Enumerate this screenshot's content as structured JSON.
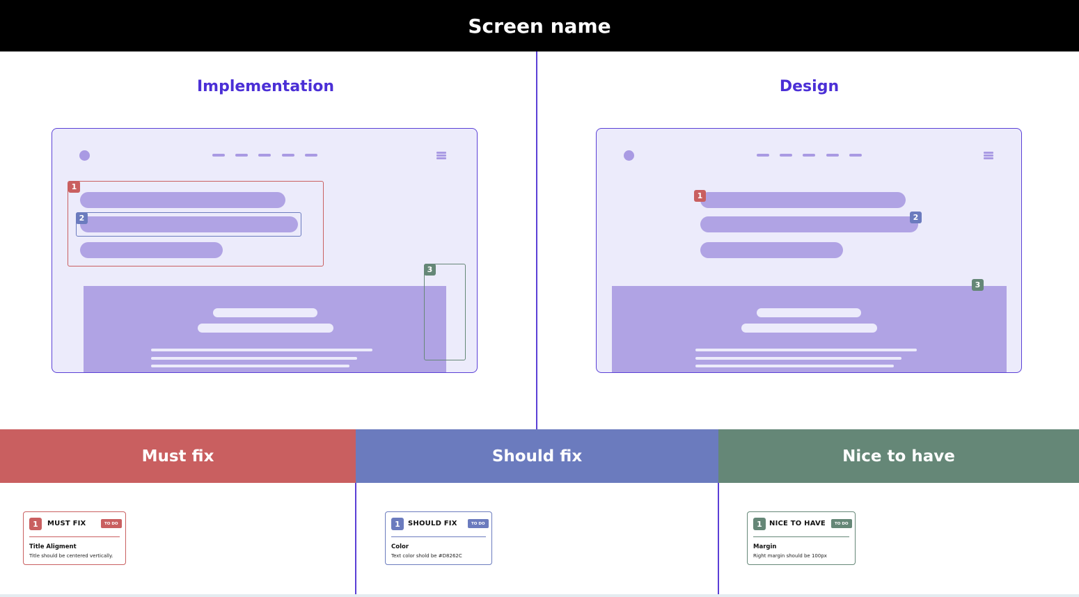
{
  "header": {
    "title": "Screen name"
  },
  "panels": {
    "implementation": {
      "title": "Implementation"
    },
    "design": {
      "title": "Design"
    }
  },
  "markers": {
    "m1": "1",
    "m2": "2",
    "m3": "3"
  },
  "categories": {
    "must": {
      "title": "Must fix",
      "color": "#c95f60"
    },
    "should": {
      "title": "Should fix",
      "color": "#6b7bbe"
    },
    "nice": {
      "title": "Nice to have",
      "color": "#658777"
    }
  },
  "cards": {
    "must": {
      "number": "1",
      "title": "MUST FIX",
      "status": "TO DO",
      "item_title": "Title Aligment",
      "item_desc": "Title should be centered vertically."
    },
    "should": {
      "number": "1",
      "title": "SHOULD FIX",
      "status": "TO DO",
      "item_title": "Color",
      "item_desc": "Text color shold be #D8262C"
    },
    "nice": {
      "number": "1",
      "title": "NICE TO HAVE",
      "status": "TO DO",
      "item_title": "Margin",
      "item_desc": "Right margin should be 100px"
    }
  },
  "icons": {
    "logo": "circle-logo-icon",
    "menu": "hamburger-menu-icon"
  }
}
